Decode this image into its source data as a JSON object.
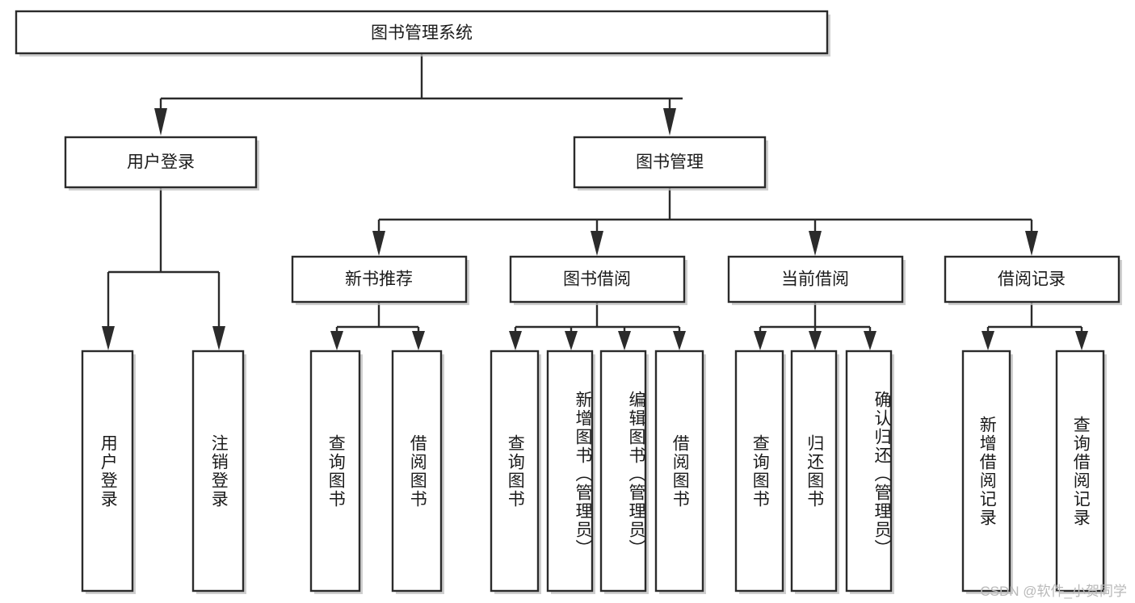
{
  "diagram": {
    "type": "tree-hierarchy-chart",
    "title": "图书管理系统",
    "root": {
      "id": "root",
      "label": "图书管理系统",
      "orientation": "horizontal"
    },
    "level2": [
      {
        "id": "user-login",
        "label": "用户登录",
        "orientation": "horizontal"
      },
      {
        "id": "book-management",
        "label": "图书管理",
        "orientation": "horizontal"
      }
    ],
    "level3": [
      {
        "id": "new-book-recommend",
        "label": "新书推荐",
        "orientation": "horizontal"
      },
      {
        "id": "book-borrow",
        "label": "图书借阅",
        "orientation": "horizontal"
      },
      {
        "id": "current-borrow",
        "label": "当前借阅",
        "orientation": "horizontal"
      },
      {
        "id": "borrow-record",
        "label": "借阅记录",
        "orientation": "horizontal"
      }
    ],
    "leaves": {
      "user_login": [
        {
          "id": "leaf-user-login",
          "label": "用户登录",
          "orientation": "vertical"
        },
        {
          "id": "leaf-logout-login",
          "label": "注销登录",
          "orientation": "vertical"
        }
      ],
      "new_book_recommend": [
        {
          "id": "leaf-query-book-1",
          "label": "查询图书",
          "orientation": "vertical"
        },
        {
          "id": "leaf-borrow-book-1",
          "label": "借阅图书",
          "orientation": "vertical"
        }
      ],
      "book_borrow": [
        {
          "id": "leaf-query-book-2",
          "label": "查询图书",
          "orientation": "vertical"
        },
        {
          "id": "leaf-add-book",
          "label": "新增图书（管理员）",
          "orientation": "vertical"
        },
        {
          "id": "leaf-edit-book",
          "label": "编辑图书（管理员）",
          "orientation": "vertical"
        },
        {
          "id": "leaf-borrow-book-2",
          "label": "借阅图书",
          "orientation": "vertical"
        }
      ],
      "current_borrow": [
        {
          "id": "leaf-query-book-3",
          "label": "查询图书",
          "orientation": "vertical"
        },
        {
          "id": "leaf-return-book",
          "label": "归还图书",
          "orientation": "vertical"
        },
        {
          "id": "leaf-confirm-return",
          "label": "确认归还（管理员）",
          "orientation": "vertical"
        }
      ],
      "borrow_record": [
        {
          "id": "leaf-add-borrow-record",
          "label": "新增借阅记录",
          "orientation": "vertical"
        },
        {
          "id": "leaf-query-borrow-record",
          "label": "查询借阅记录",
          "orientation": "vertical"
        }
      ]
    },
    "colors": {
      "background": "#ffffff",
      "box_fill": "#ffffff",
      "stroke": "#2b2b2b",
      "shadow": "#bfbfbf",
      "text": "#1b1b1b",
      "watermark": "#b9b9b9"
    }
  },
  "watermark": {
    "text": "CSDN @软件_小贺同学"
  }
}
